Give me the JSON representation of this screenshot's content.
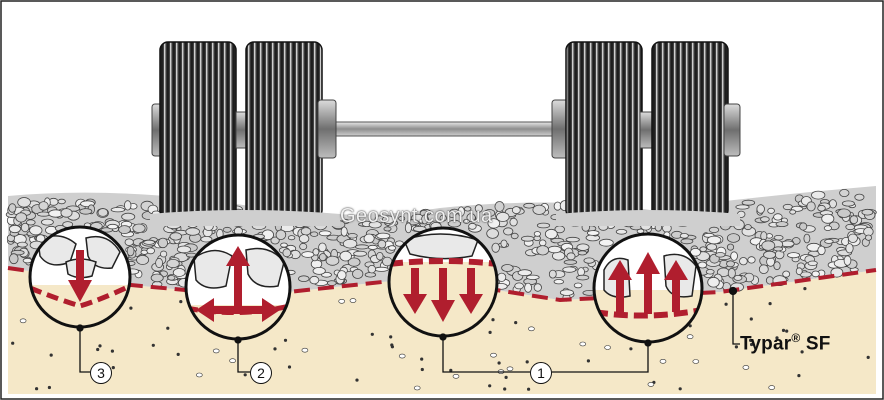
{
  "watermark": "Geosynt.com.ua",
  "product": {
    "name": "Typar",
    "mark": "®",
    "suffix": "SF"
  },
  "callouts": [
    "1",
    "2",
    "3"
  ],
  "colors": {
    "soil": "#f5e8c8",
    "gravel": "#c9c9c9",
    "geotextile": "#b01e2e",
    "arrow": "#b01e2e",
    "tire": "#2a2a2a",
    "axle": "#9a9a9a"
  },
  "icons": [
    "up-arrow-icon",
    "down-arrow-icon",
    "side-arrow-icon"
  ]
}
